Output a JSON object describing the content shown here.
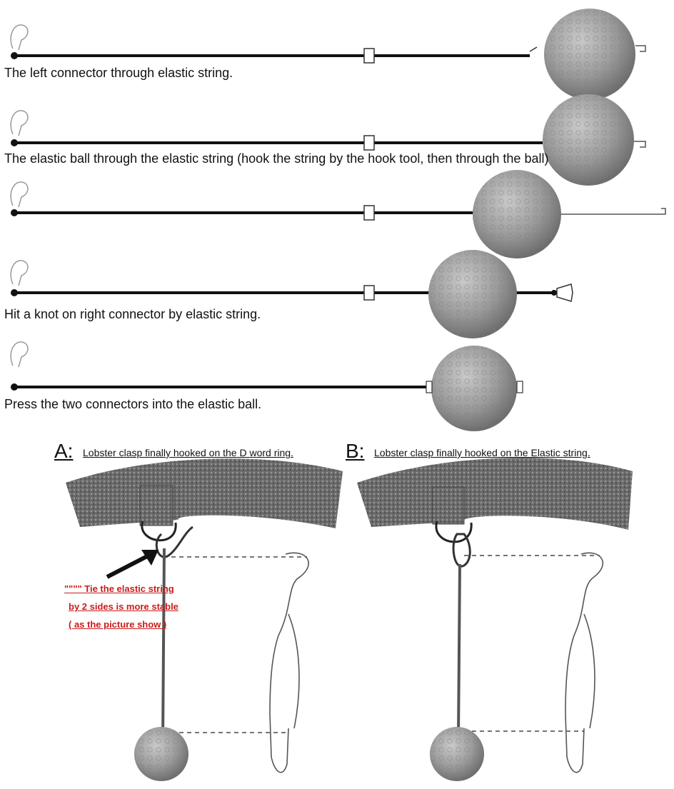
{
  "steps": [
    {
      "text": "The left connector through elastic string."
    },
    {
      "text": "The elastic ball through the elastic string (hook the string by the hook tool, then through the ball)"
    },
    {
      "text": ""
    },
    {
      "text": "Hit a knot on right connector by elastic string."
    },
    {
      "text": "Press the two connectors into the elastic ball."
    }
  ],
  "panels": {
    "a": {
      "letter": "A:",
      "title": "Lobster clasp finally hooked on the D word ring."
    },
    "b": {
      "letter": "B:",
      "title": "Lobster clasp finally hooked on the Elastic string."
    }
  },
  "note": {
    "line1": "\"\"\"\" Tie the elastic string",
    "line2": "by 2 sides is more stable",
    "line3": "( as the picture show )"
  },
  "colors": {
    "note_red": "#cc1a1a",
    "ball_gray": "#9a9a9a",
    "string": "#111111",
    "belt": "#6a6a6a"
  }
}
